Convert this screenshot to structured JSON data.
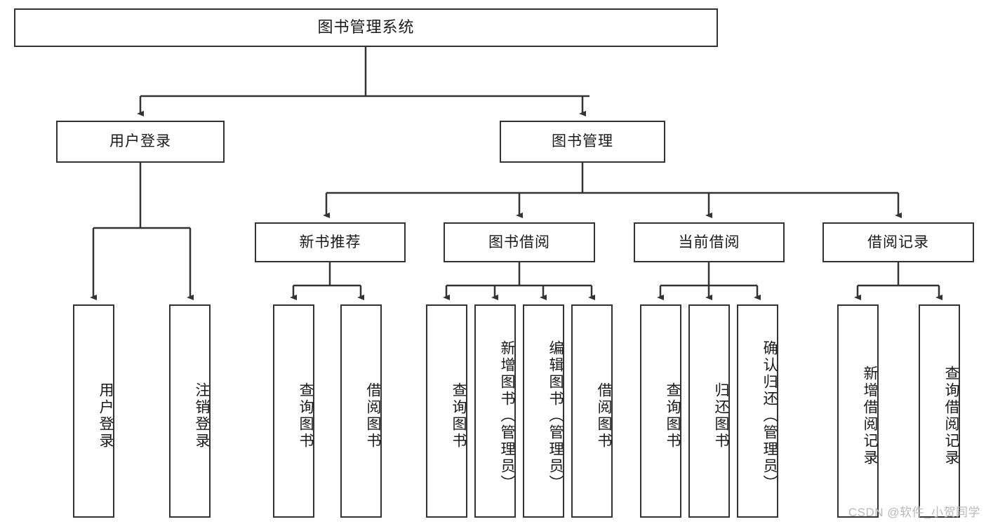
{
  "diagram": {
    "type": "tree",
    "title": "图书管理系统",
    "orientation": "top-down",
    "levels": 4,
    "colors": {
      "box_fill": "#ffffff",
      "box_stroke": "#333333",
      "edge_stroke": "#333333",
      "text": "#1a1a1a",
      "watermark": "#b9b9b9",
      "background": "#ffffff"
    }
  },
  "root": {
    "label": "图书管理系统"
  },
  "level2": [
    {
      "label": "用户登录"
    },
    {
      "label": "图书管理"
    }
  ],
  "level3": [
    {
      "label": "新书推荐"
    },
    {
      "label": "图书借阅"
    },
    {
      "label": "当前借阅"
    },
    {
      "label": "借阅记录"
    }
  ],
  "leaves": {
    "user_login": [
      {
        "label": "用户登录"
      },
      {
        "label": "注销登录"
      }
    ],
    "new_book_recommend": [
      {
        "label": "查询图书"
      },
      {
        "label": "借阅图书"
      }
    ],
    "book_borrow": [
      {
        "label": "查询图书"
      },
      {
        "label": "新增图书（管理员）"
      },
      {
        "label": "编辑图书（管理员）"
      },
      {
        "label": "借阅图书"
      }
    ],
    "current_borrow": [
      {
        "label": "查询图书"
      },
      {
        "label": "归还图书"
      },
      {
        "label": "确认归还（管理员）"
      }
    ],
    "borrow_record": [
      {
        "label": "新增借阅记录"
      },
      {
        "label": "查询借阅记录"
      }
    ]
  },
  "watermark": {
    "text": "CSDN @软件_小贺同学"
  }
}
